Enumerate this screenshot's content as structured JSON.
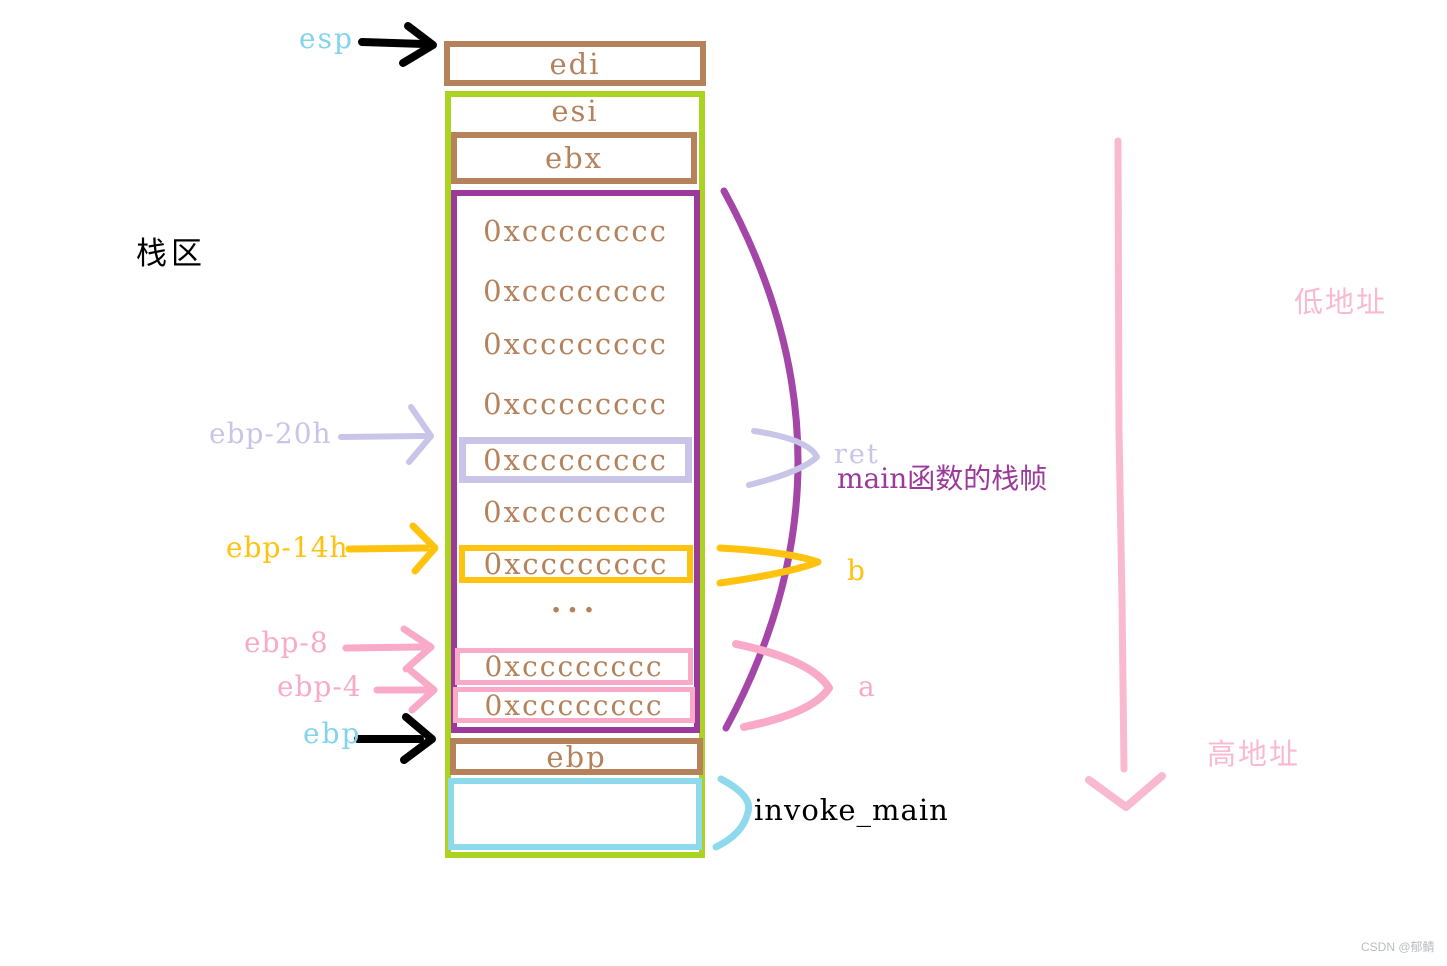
{
  "colors": {
    "brown": "#b5825c",
    "yellow_green": "#abd321",
    "purple": "#9b3a9b",
    "light_purple": "#c8c5e8",
    "orange": "#ffc20e",
    "pink": "#f8aac8",
    "light_pink": "#f9bad1",
    "cyan": "#8fd9ec",
    "cyan_text": "#82d4ec",
    "black": "#000000"
  },
  "left_labels": {
    "esp": "esp",
    "stack_area": "栈区",
    "ebp_20h": "ebp-20h",
    "ebp_14h": "ebp-14h",
    "ebp_8": "ebp-8",
    "ebp_4": "ebp-4",
    "ebp": "ebp"
  },
  "stack": {
    "edi": "edi",
    "esi": "esi",
    "ebx": "ebx",
    "values": [
      "0xcccccccc",
      "0xcccccccc",
      "0xcccccccc",
      "0xcccccccc",
      "0xcccccccc",
      "0xcccccccc",
      "0xcccccccc",
      "0xcccccccc",
      "0xcccccccc"
    ],
    "ellipsis": "...",
    "ebp_slot": "ebp"
  },
  "right_labels": {
    "ret": "ret",
    "main_frame": "main函数的栈帧",
    "b": "b",
    "a": "a",
    "invoke_main": "invoke_main"
  },
  "address_axis": {
    "low": "低地址",
    "high": "高地址"
  },
  "watermark": "CSDN @郁鲭"
}
